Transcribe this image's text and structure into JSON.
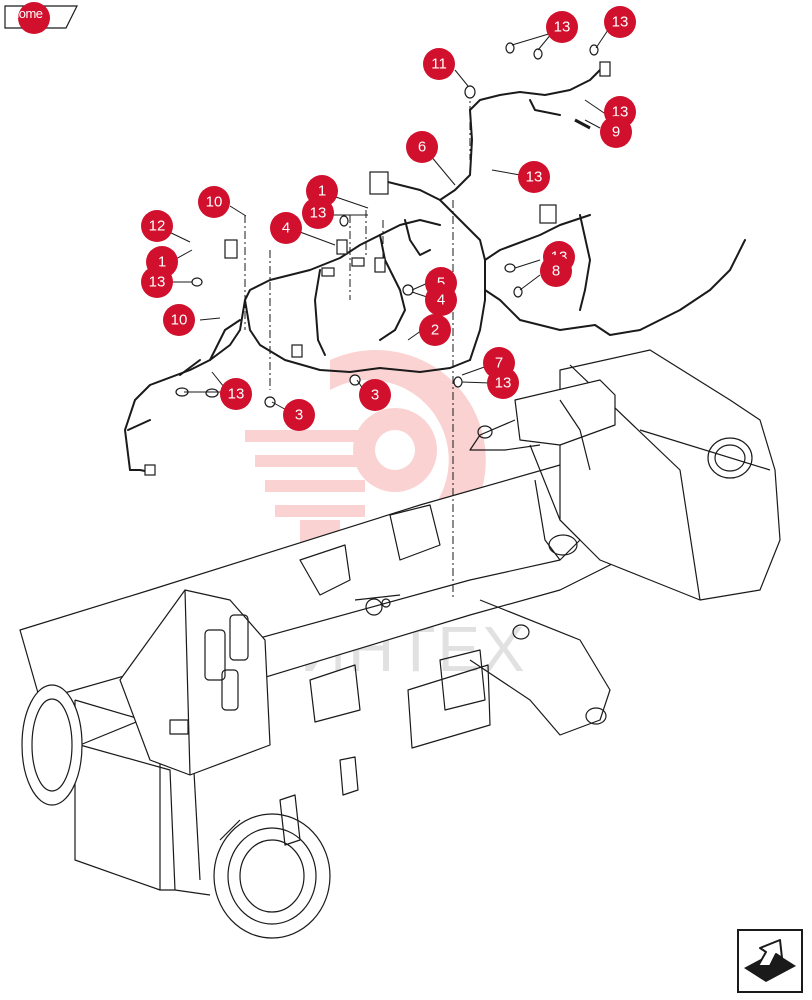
{
  "nav": {
    "home_label": "home"
  },
  "watermark": {
    "text": "ИНТЕХ"
  },
  "callouts": [
    "13",
    "13",
    "11",
    "13",
    "9",
    "6",
    "13",
    "10",
    "1",
    "13",
    "12",
    "4",
    "13",
    "8",
    "1",
    "5",
    "4",
    "13",
    "10",
    "2",
    "7",
    "13",
    "13",
    "3",
    "3"
  ],
  "colors": {
    "callout": "#d0102c",
    "line": "#1a1a1a",
    "watermark": "#f08080"
  },
  "icons": {
    "next": "next-page-arrow-icon",
    "home": "home-tab-icon"
  }
}
